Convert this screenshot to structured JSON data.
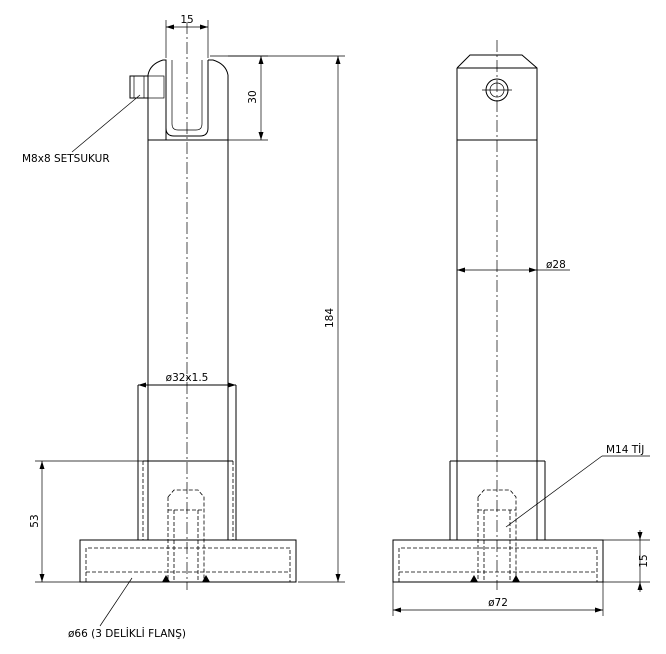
{
  "labels": {
    "top_width": "15",
    "slot_depth": "30",
    "total_height": "184",
    "tube": "ø32x1.5",
    "setscrew": "M8x8 SETSUKUR",
    "base_height": "53",
    "flange": "ø66 (3 DELİKLİ FLANŞ)",
    "rod": "ø28",
    "thread": "M14 TİJ",
    "flange_thickness": "15",
    "flange_diameter": "ø72"
  },
  "colors": {
    "line": "#000000",
    "background": "#ffffff"
  }
}
